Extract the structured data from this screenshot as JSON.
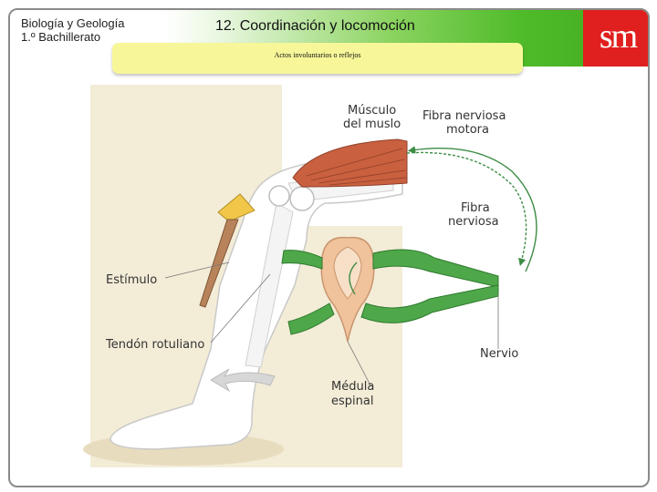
{
  "header": {
    "course_line1": "Biología y Geología",
    "course_line2": "1.º Bachillerato",
    "chapter_title": "12. Coordinación y locomoción",
    "logo_text": "sm",
    "subtitle": "Actos involuntarios o reflejos"
  },
  "labels": {
    "muscle_1": "Músculo",
    "muscle_2": "del muslo",
    "motor_fiber_1": "Fibra nerviosa",
    "motor_fiber_2": "motora",
    "fiber_1": "Fibra",
    "fiber_2": "nerviosa",
    "stimulus": "Estímulo",
    "tendon": "Tendón rotuliano",
    "nerve": "Nervio",
    "spinal_1": "Médula",
    "spinal_2": "espinal"
  },
  "colors": {
    "accent_green": "#4fbb2a",
    "logo_red": "#e0201f",
    "banner_yellow": "#f7f79a",
    "panel_beige": "#f3ecd7",
    "muscle_red": "#c9603f",
    "nerve_green": "#4ea84a"
  }
}
